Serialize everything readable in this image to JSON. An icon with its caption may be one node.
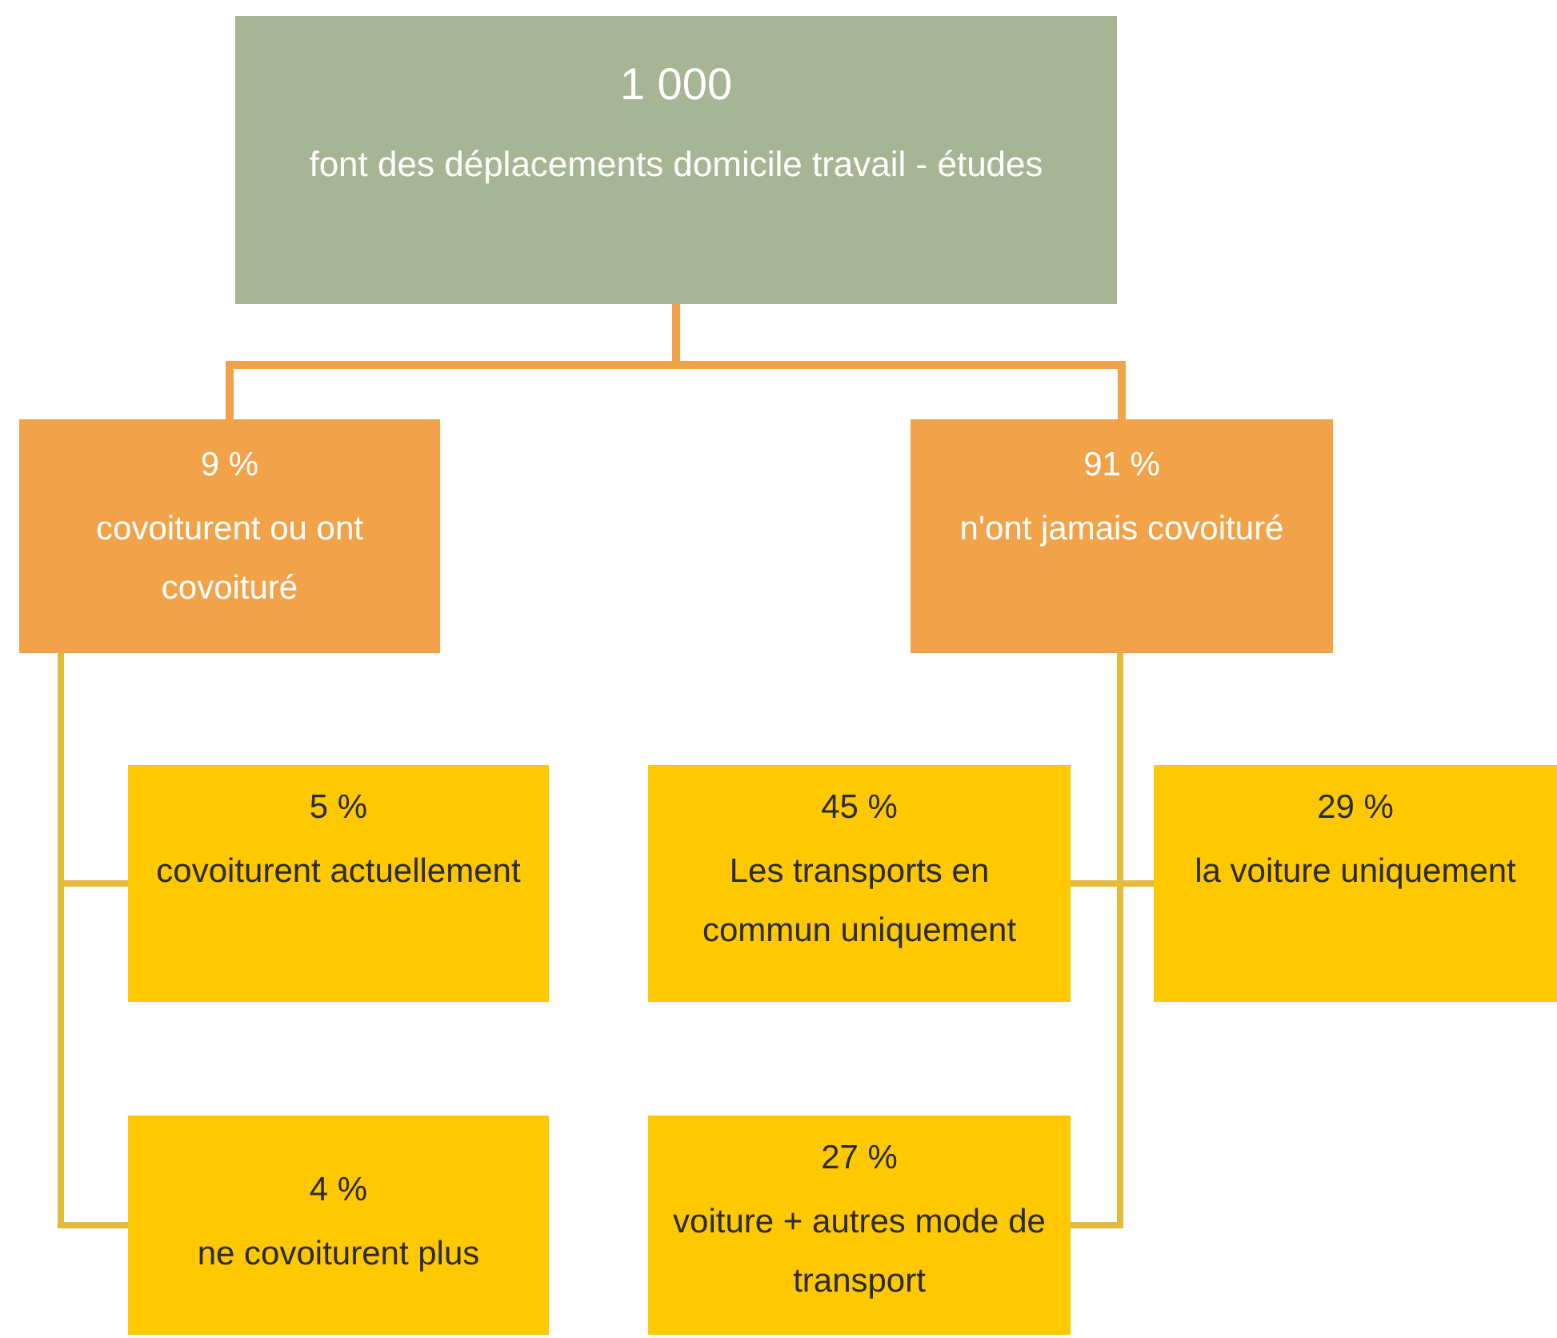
{
  "diagram": {
    "nodes": [
      {
        "text": [
          "1 000",
          "font des déplacements domicile travail - études"
        ]
      },
      {
        "text": [
          "9 %",
          "covoiturent ou ont covoituré"
        ]
      },
      {
        "text": [
          "91 %",
          "n'ont jamais covoituré"
        ]
      },
      {
        "text": [
          "5 %",
          "covoiturent actuellement"
        ]
      },
      {
        "text": [
          "45 %",
          "Les transports en commun uniquement"
        ]
      },
      {
        "text": [
          "29 %",
          "la voiture uniquement"
        ]
      },
      {
        "text": [
          "4 %",
          "ne covoiturent plus"
        ]
      },
      {
        "text": [
          "27 %",
          "voiture + autres mode de transport"
        ]
      }
    ],
    "edges": [
      {
        "from": 0,
        "to": 1,
        "arrow": "none",
        "color": "#f2a34a"
      },
      {
        "from": 0,
        "to": 2,
        "arrow": "none",
        "color": "#f2a34a"
      },
      {
        "from": 1,
        "to": 3,
        "arrow": "none"
      },
      {
        "from": 1,
        "to": 6,
        "arrow": "none"
      },
      {
        "from": 2,
        "to": 4,
        "arrow": "none"
      },
      {
        "from": 2,
        "to": 5,
        "arrow": "none"
      },
      {
        "from": 2,
        "to": 7,
        "arrow": "none"
      }
    ]
  }
}
